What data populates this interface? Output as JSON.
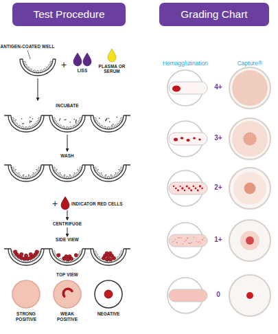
{
  "diagram": {
    "nodes": [
      {
        "text": [
          "Test Procedure"
        ]
      },
      {
        "text": [
          "Grading Chart"
        ]
      },
      {
        "text": [
          "STRONG POSITIVE"
        ]
      },
      {
        "text": [
          "WEAK POSITIVE"
        ]
      },
      {
        "text": [
          "NEGATIVE"
        ]
      }
    ],
    "labels": [
      "ANTIGEN-COATED WELL",
      "+",
      "LISS",
      "PLASMA OR SERUM",
      "INCUBATE",
      "WASH",
      "+",
      "INDICATOR RED CELLS",
      "CENTRIFUGE",
      "SIDE VIEW",
      "TOP VIEW",
      "Hemagglutination",
      "Capture®",
      "4+",
      "3+",
      "2+",
      "1+",
      "0"
    ]
  }
}
